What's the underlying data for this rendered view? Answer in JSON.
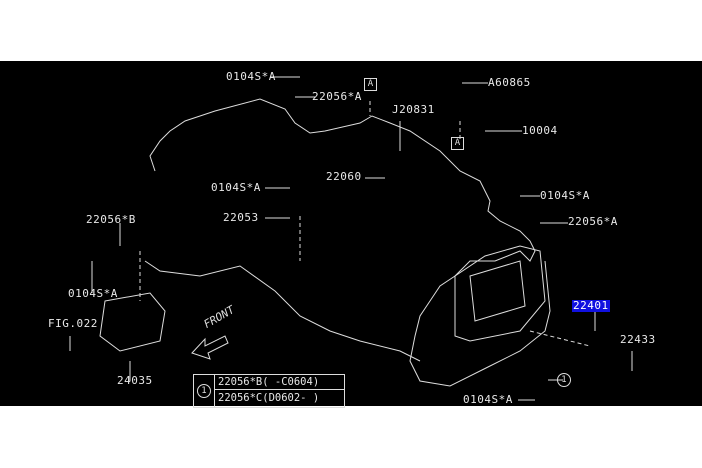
{
  "diagram": {
    "labels": [
      {
        "id": "top-0104s",
        "text": "0104S*A"
      },
      {
        "id": "top-22056a",
        "text": "22056*A"
      },
      {
        "id": "j20831",
        "text": "J20831"
      },
      {
        "id": "a60865",
        "text": "A60865"
      },
      {
        "id": "10004",
        "text": "10004"
      },
      {
        "id": "mid-0104s",
        "text": "0104S*A"
      },
      {
        "id": "22060",
        "text": "22060"
      },
      {
        "id": "22053",
        "text": "22053"
      },
      {
        "id": "right-0104s",
        "text": "0104S*A"
      },
      {
        "id": "right-22056a",
        "text": "22056*A"
      },
      {
        "id": "22056b",
        "text": "22056*B"
      },
      {
        "id": "left-0104s",
        "text": "0104S*A"
      },
      {
        "id": "fig022",
        "text": "FIG.022"
      },
      {
        "id": "22401",
        "text": "22401"
      },
      {
        "id": "22433",
        "text": "22433"
      },
      {
        "id": "24035",
        "text": "24035"
      },
      {
        "id": "bottom-0104s",
        "text": "0104S*A"
      }
    ],
    "ref_marker": "A",
    "callout": "1",
    "front_label": "FRONT",
    "legend": {
      "symbol": "1",
      "rows": [
        "22056*B( -C0604)",
        "22056*C(D0602- )"
      ]
    },
    "highlight_color": "#1010e0"
  }
}
